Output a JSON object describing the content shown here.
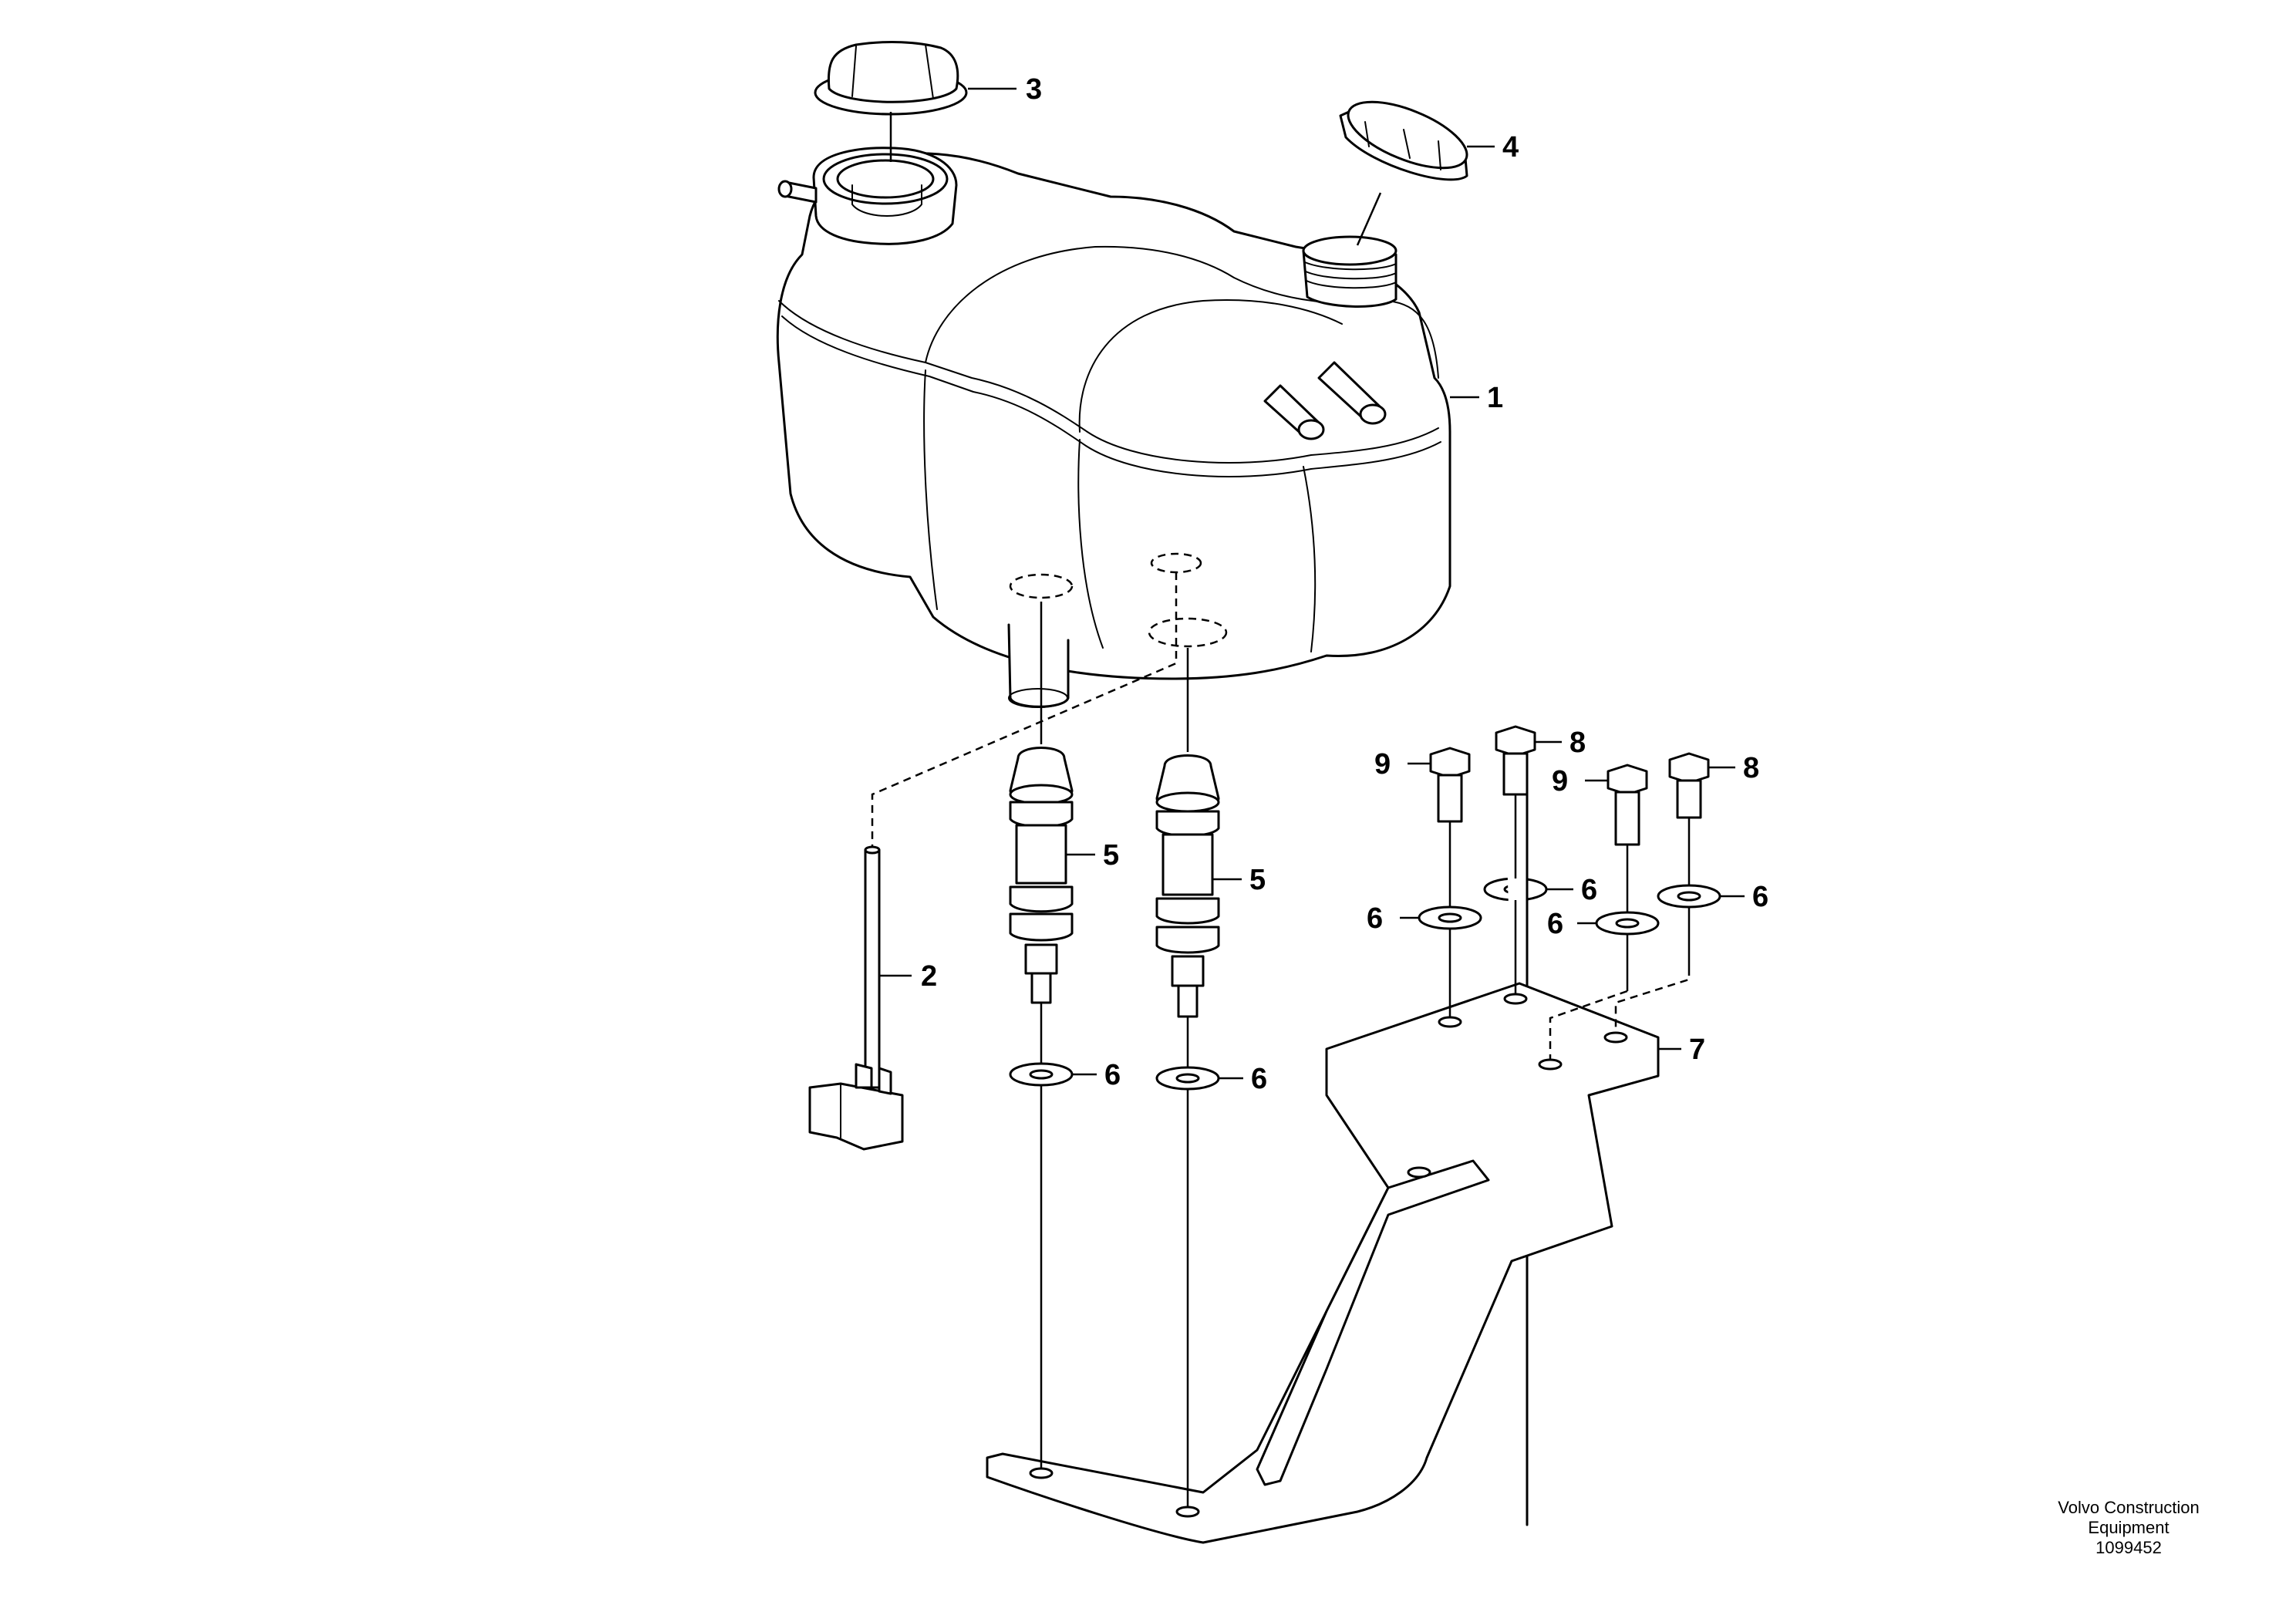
{
  "callouts": {
    "c1": "1",
    "c2": "2",
    "c3": "3",
    "c4": "4",
    "c5": "5",
    "c6": "6",
    "c7": "7",
    "c8": "8",
    "c9": "9"
  },
  "footer": {
    "line1": "Volvo Construction",
    "line2": "Equipment",
    "line3": "1099452"
  },
  "colors": {
    "ink": "#000000",
    "paper": "#ffffff"
  }
}
